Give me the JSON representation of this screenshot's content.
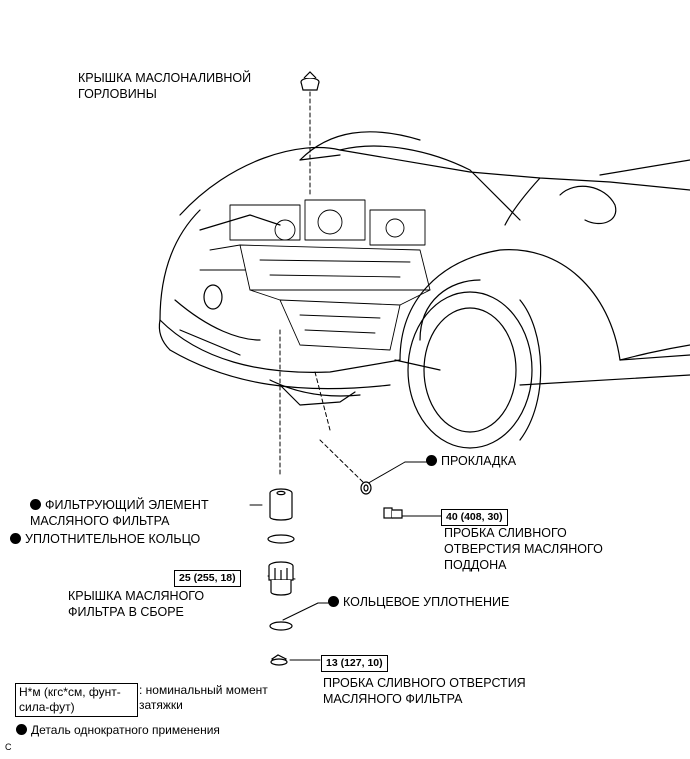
{
  "labels": {
    "oil_filler_cap": "КРЫШКА МАСЛОНАЛИВНОЙ\nГОРЛОВИНЫ",
    "gasket": "ПРОКЛАДКА",
    "oil_pan_drain_plug": "ПРОБКА СЛИВНОГО\nОТВЕРСТИЯ МАСЛЯНОГО\nПОДДОНА",
    "oil_filter_element": "ФИЛЬТРУЮЩИЙ ЭЛЕМЕНТ\nМАСЛЯНОГО ФИЛЬТРА",
    "o_ring_seal": "УПЛОТНИТЕЛЬНОЕ КОЛЬЦО",
    "oil_filter_cap_assy": "КРЫШКА МАСЛЯНОГО\nФИЛЬТРА В СБОРЕ",
    "o_ring": "КОЛЬЦЕВОЕ УПЛОТНЕНИЕ",
    "oil_filter_drain_plug": "ПРОБКА СЛИВНОГО ОТВЕРСТИЯ\nМАСЛЯНОГО ФИЛЬТРА"
  },
  "torques": {
    "oil_pan_drain_plug": "40 (408, 30)",
    "oil_filter_cap": "25 (255, 18)",
    "oil_filter_drain_plug": "13 (127, 10)"
  },
  "legend": {
    "unit_box": "Н*м (кгс*см, фунт-\nсила-фут)",
    "unit_desc": ": номинальный момент\nзатяжки",
    "non_reusable": "Деталь однократного применения"
  },
  "corner_code": "C"
}
